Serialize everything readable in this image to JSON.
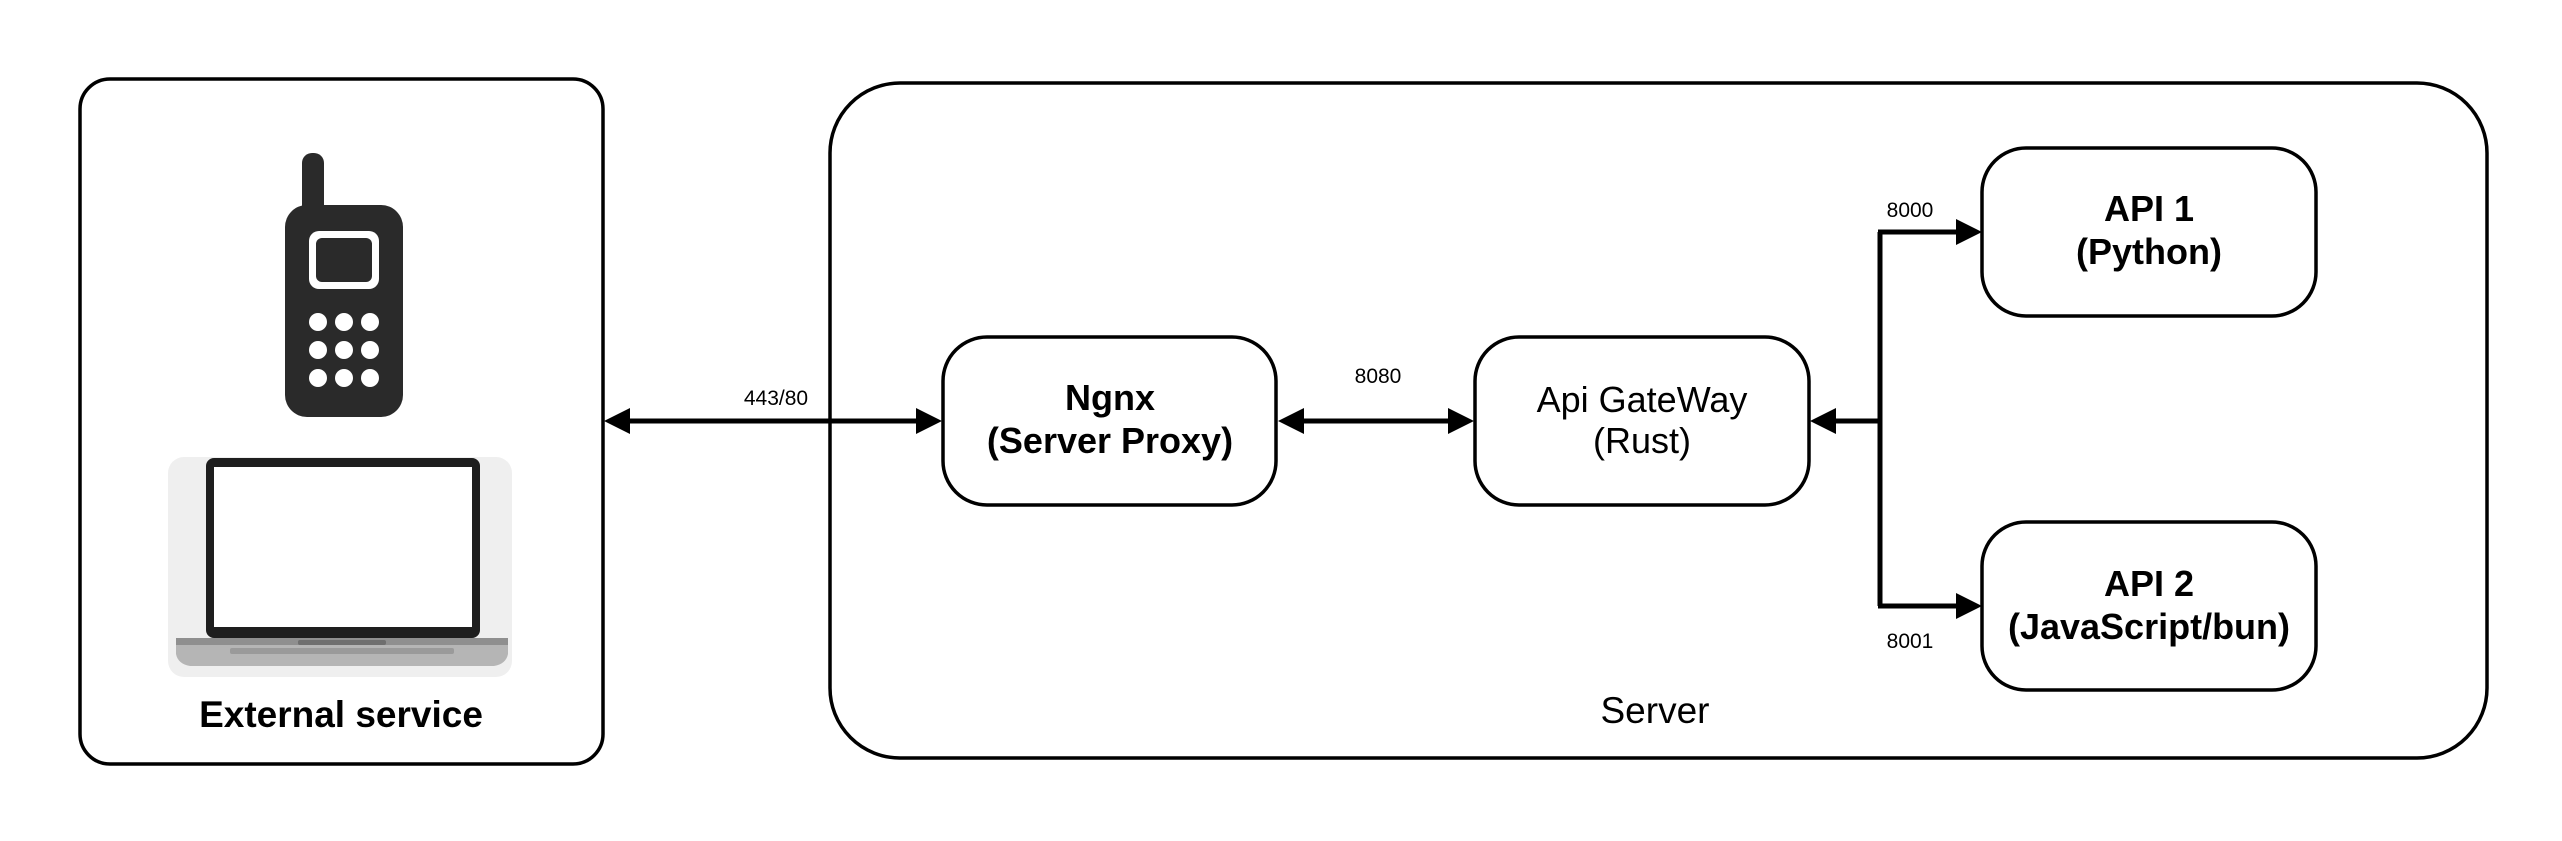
{
  "groups": {
    "external": {
      "label": "External service"
    },
    "server": {
      "label": "Server"
    }
  },
  "nodes": {
    "ngnx": {
      "line1": "Ngnx",
      "line2": "(Server Proxy)"
    },
    "gateway": {
      "line1": "Api GateWay",
      "line2": "(Rust)"
    },
    "api1": {
      "line1": "API 1",
      "line2": "(Python)"
    },
    "api2": {
      "line1": "API 2",
      "line2": "(JavaScript/bun)"
    }
  },
  "edges": {
    "external_ngnx": {
      "label": "443/80"
    },
    "ngnx_gateway": {
      "label": "8080"
    },
    "gateway_api1": {
      "label": "8000"
    },
    "gateway_api2": {
      "label": "8001"
    }
  },
  "icons": {
    "phone": "mobile-phone-icon",
    "laptop": "laptop-icon"
  },
  "colors": {
    "stroke": "#000000",
    "background": "#ffffff",
    "device": "#2a2a2a"
  }
}
